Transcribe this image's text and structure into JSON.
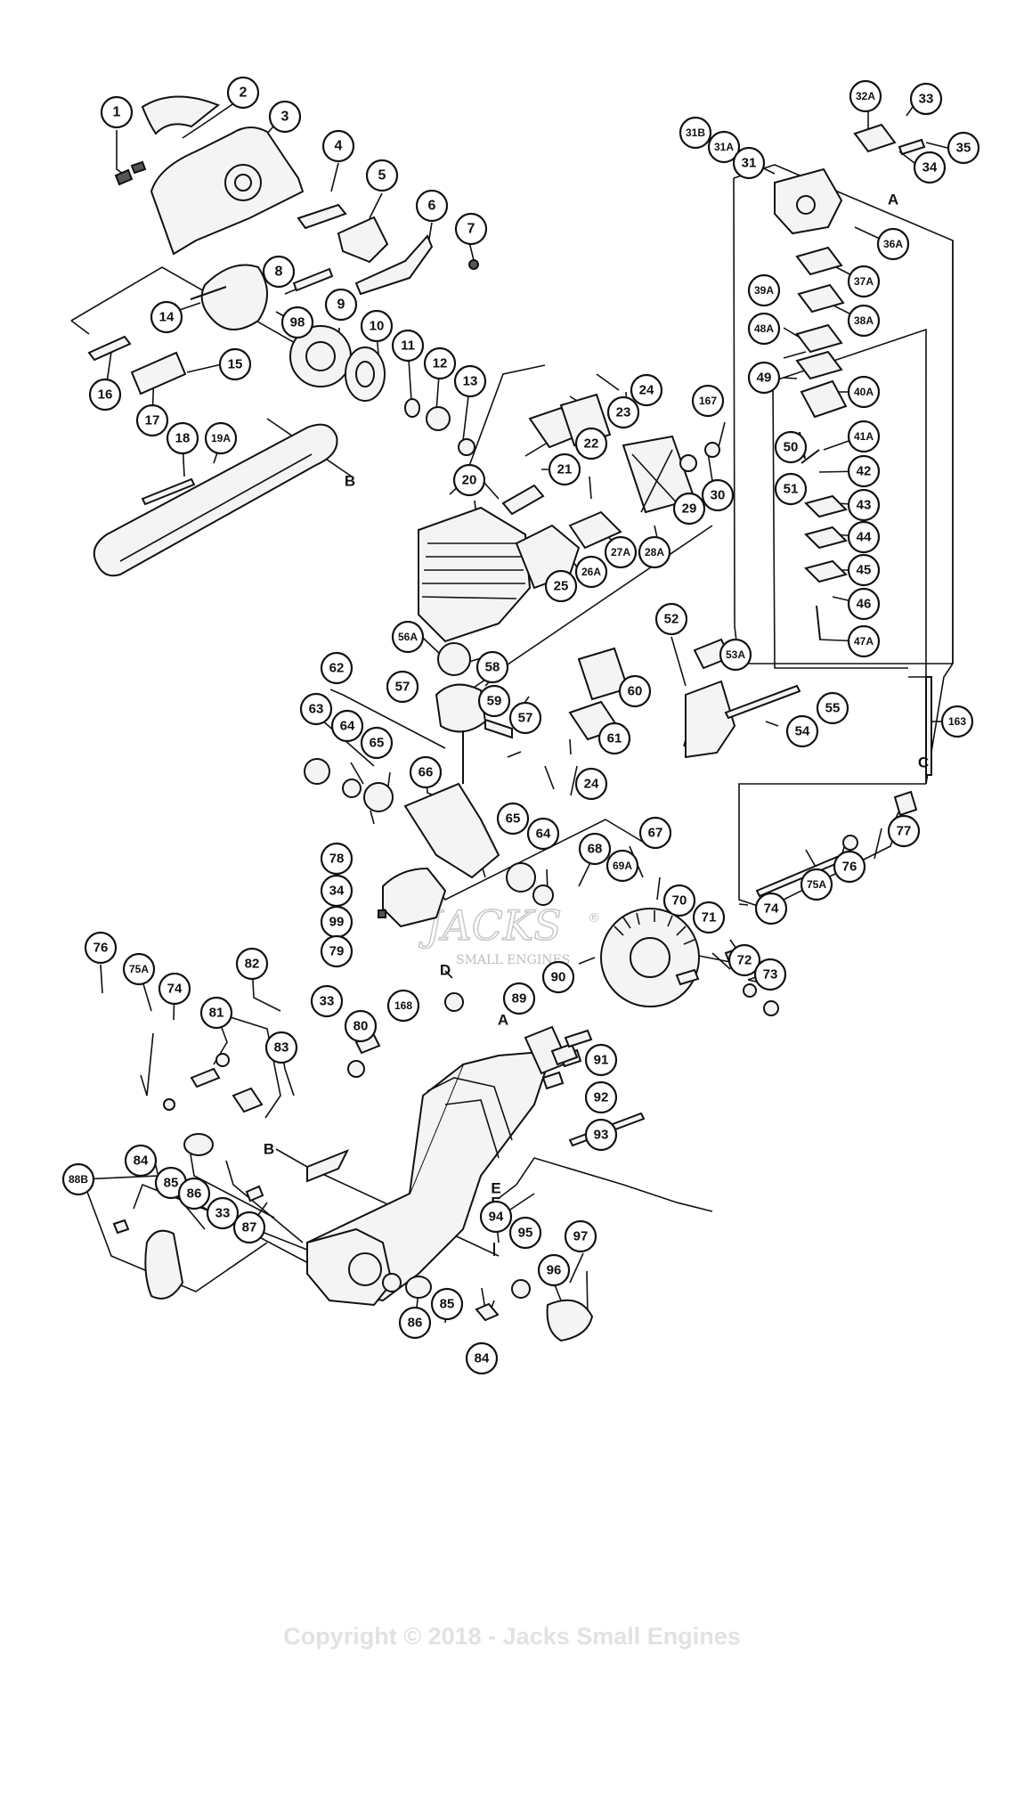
{
  "callouts": [
    "1",
    "2",
    "3",
    "4",
    "5",
    "6",
    "7",
    "8",
    "9",
    "10",
    "11",
    "12",
    "13",
    "14",
    "15",
    "16",
    "17",
    "18",
    "19A",
    "98",
    "20",
    "21",
    "22",
    "23",
    "24",
    "25",
    "26A",
    "27A",
    "28A",
    "29",
    "30",
    "167",
    "31B",
    "31A",
    "31",
    "32A",
    "33",
    "34",
    "35",
    "36A",
    "37A",
    "38A",
    "39A",
    "48A",
    "49",
    "40A",
    "50",
    "41A",
    "42",
    "51",
    "43",
    "44",
    "45",
    "46",
    "47A",
    "163",
    "52",
    "53A",
    "54",
    "55",
    "56A",
    "57",
    "58",
    "59",
    "60",
    "61",
    "62",
    "63",
    "64",
    "65",
    "66",
    "67",
    "68",
    "69A",
    "70",
    "71",
    "72",
    "73",
    "74",
    "75A",
    "76",
    "77",
    "78",
    "34",
    "99",
    "79",
    "76",
    "75A",
    "74",
    "81",
    "82",
    "83",
    "33",
    "80",
    "168",
    "89",
    "90",
    "91",
    "92",
    "93",
    "84",
    "85",
    "86",
    "33",
    "87",
    "88B",
    "94",
    "95",
    "96",
    "97",
    "86",
    "85",
    "84",
    "65",
    "64",
    "57",
    "24",
    "74"
  ],
  "reference_letters": [
    "A",
    "B",
    "C",
    "D",
    "E",
    "A",
    "B",
    "E"
  ],
  "watermark": {
    "name": "JACKS",
    "subtitle": "SMALL ENGINES",
    "reg_mark": "®"
  },
  "copyright": "Copyright © 2018 - Jacks Small Engines"
}
